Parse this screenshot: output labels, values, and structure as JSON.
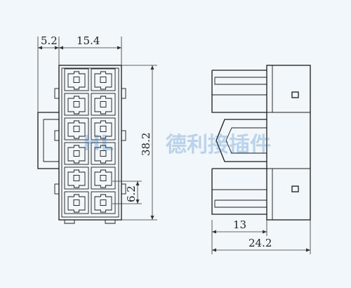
{
  "front_view": {
    "dim_flange": "5.2",
    "dim_body_width": "15.4",
    "dim_height": "38.2",
    "dim_pitch": "6.2"
  },
  "side_view": {
    "dim_partial_length": "13",
    "dim_total_length": "24.2"
  },
  "watermark": {
    "brand": "HL",
    "company": "德利接插件"
  },
  "colors": {
    "line": "#1a1a1a",
    "background": "#f2f7fb",
    "watermark": "#2b78c0"
  }
}
